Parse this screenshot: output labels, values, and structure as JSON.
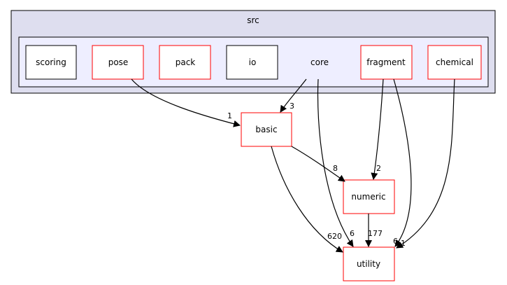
{
  "colors": {
    "outer_fill": "#dedeef",
    "inner_fill": "#eeeeff",
    "border_black": "#000000",
    "border_red": "#ff0000"
  },
  "clusters": {
    "outer_label": "src"
  },
  "nodes": {
    "scoring": "scoring",
    "pose": "pose",
    "pack": "pack",
    "io": "io",
    "core": "core",
    "fragment": "fragment",
    "chemical": "chemical",
    "basic": "basic",
    "numeric": "numeric",
    "utility": "utility"
  },
  "edges": [
    {
      "from": "pose",
      "to": "basic",
      "label": "1"
    },
    {
      "from": "core",
      "to": "basic",
      "label": "3"
    },
    {
      "from": "core",
      "to": "utility",
      "label": "6"
    },
    {
      "from": "fragment",
      "to": "numeric",
      "label": "2"
    },
    {
      "from": "fragment",
      "to": "utility",
      "label": "6"
    },
    {
      "from": "chemical",
      "to": "utility",
      "label": "1"
    },
    {
      "from": "basic",
      "to": "numeric",
      "label": "8"
    },
    {
      "from": "basic",
      "to": "utility",
      "label": "620"
    },
    {
      "from": "numeric",
      "to": "utility",
      "label": "177"
    }
  ]
}
